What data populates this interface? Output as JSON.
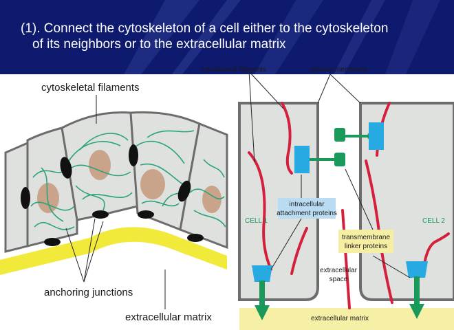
{
  "slide": {
    "title_line1": "(1). Connect the cytoskeleton of a cell either to the cytoskeleton",
    "title_line2": "of its neighbors or to the extracellular matrix"
  },
  "left_figure": {
    "label_cytoskeletal": "cytoskeletal filaments",
    "label_anchoring": "anchoring junctions",
    "label_matrix": "extracellular matrix"
  },
  "right_figure": {
    "label_filaments": "cytoskeletal filaments",
    "label_membrane": "plasma membrane",
    "label_cell1": "CELL 1",
    "label_cell2": "CELL 2",
    "label_intracellular_1": "intracellular",
    "label_intracellular_2": "attachment proteins",
    "label_transmembrane_1": "transmembrane",
    "label_transmembrane_2": "linker proteins",
    "label_space_1": "extracellular",
    "label_space_2": "space",
    "label_matrix": "extracellular matrix"
  },
  "colors": {
    "header_bg": "#0e1a6e",
    "cell_fill": "#dfe1de",
    "nucleus": "#c9a48a",
    "filament_green": "#2aa37a",
    "junction": "#111111",
    "matrix_yellow": "#f2ea3a",
    "matrix_pale": "#f5f0a5",
    "filament_red": "#d4203c",
    "attachment_blue": "#27a9e1",
    "linker_green": "#1a9a5a"
  }
}
